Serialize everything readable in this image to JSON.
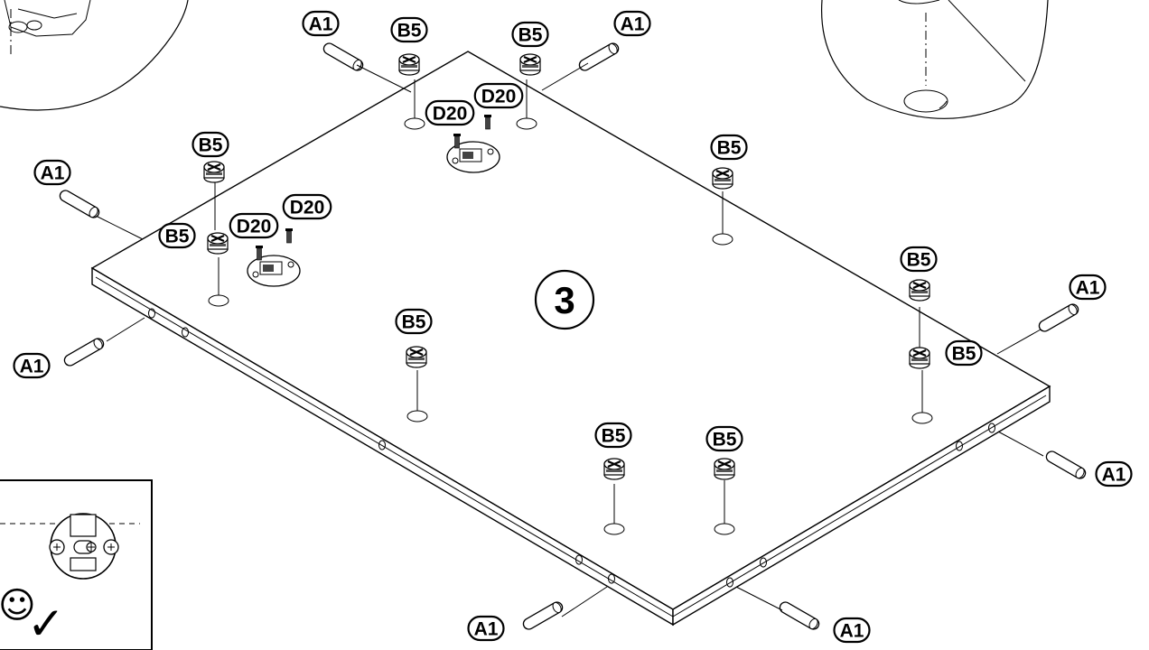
{
  "step_number": "3",
  "parts": {
    "dowel": "A1",
    "cam": "B5",
    "screw": "D20"
  },
  "inset_check": {
    "symbol": "☺",
    "mark": "✓"
  },
  "colors": {
    "ink": "#000000",
    "paper": "#ffffff"
  }
}
